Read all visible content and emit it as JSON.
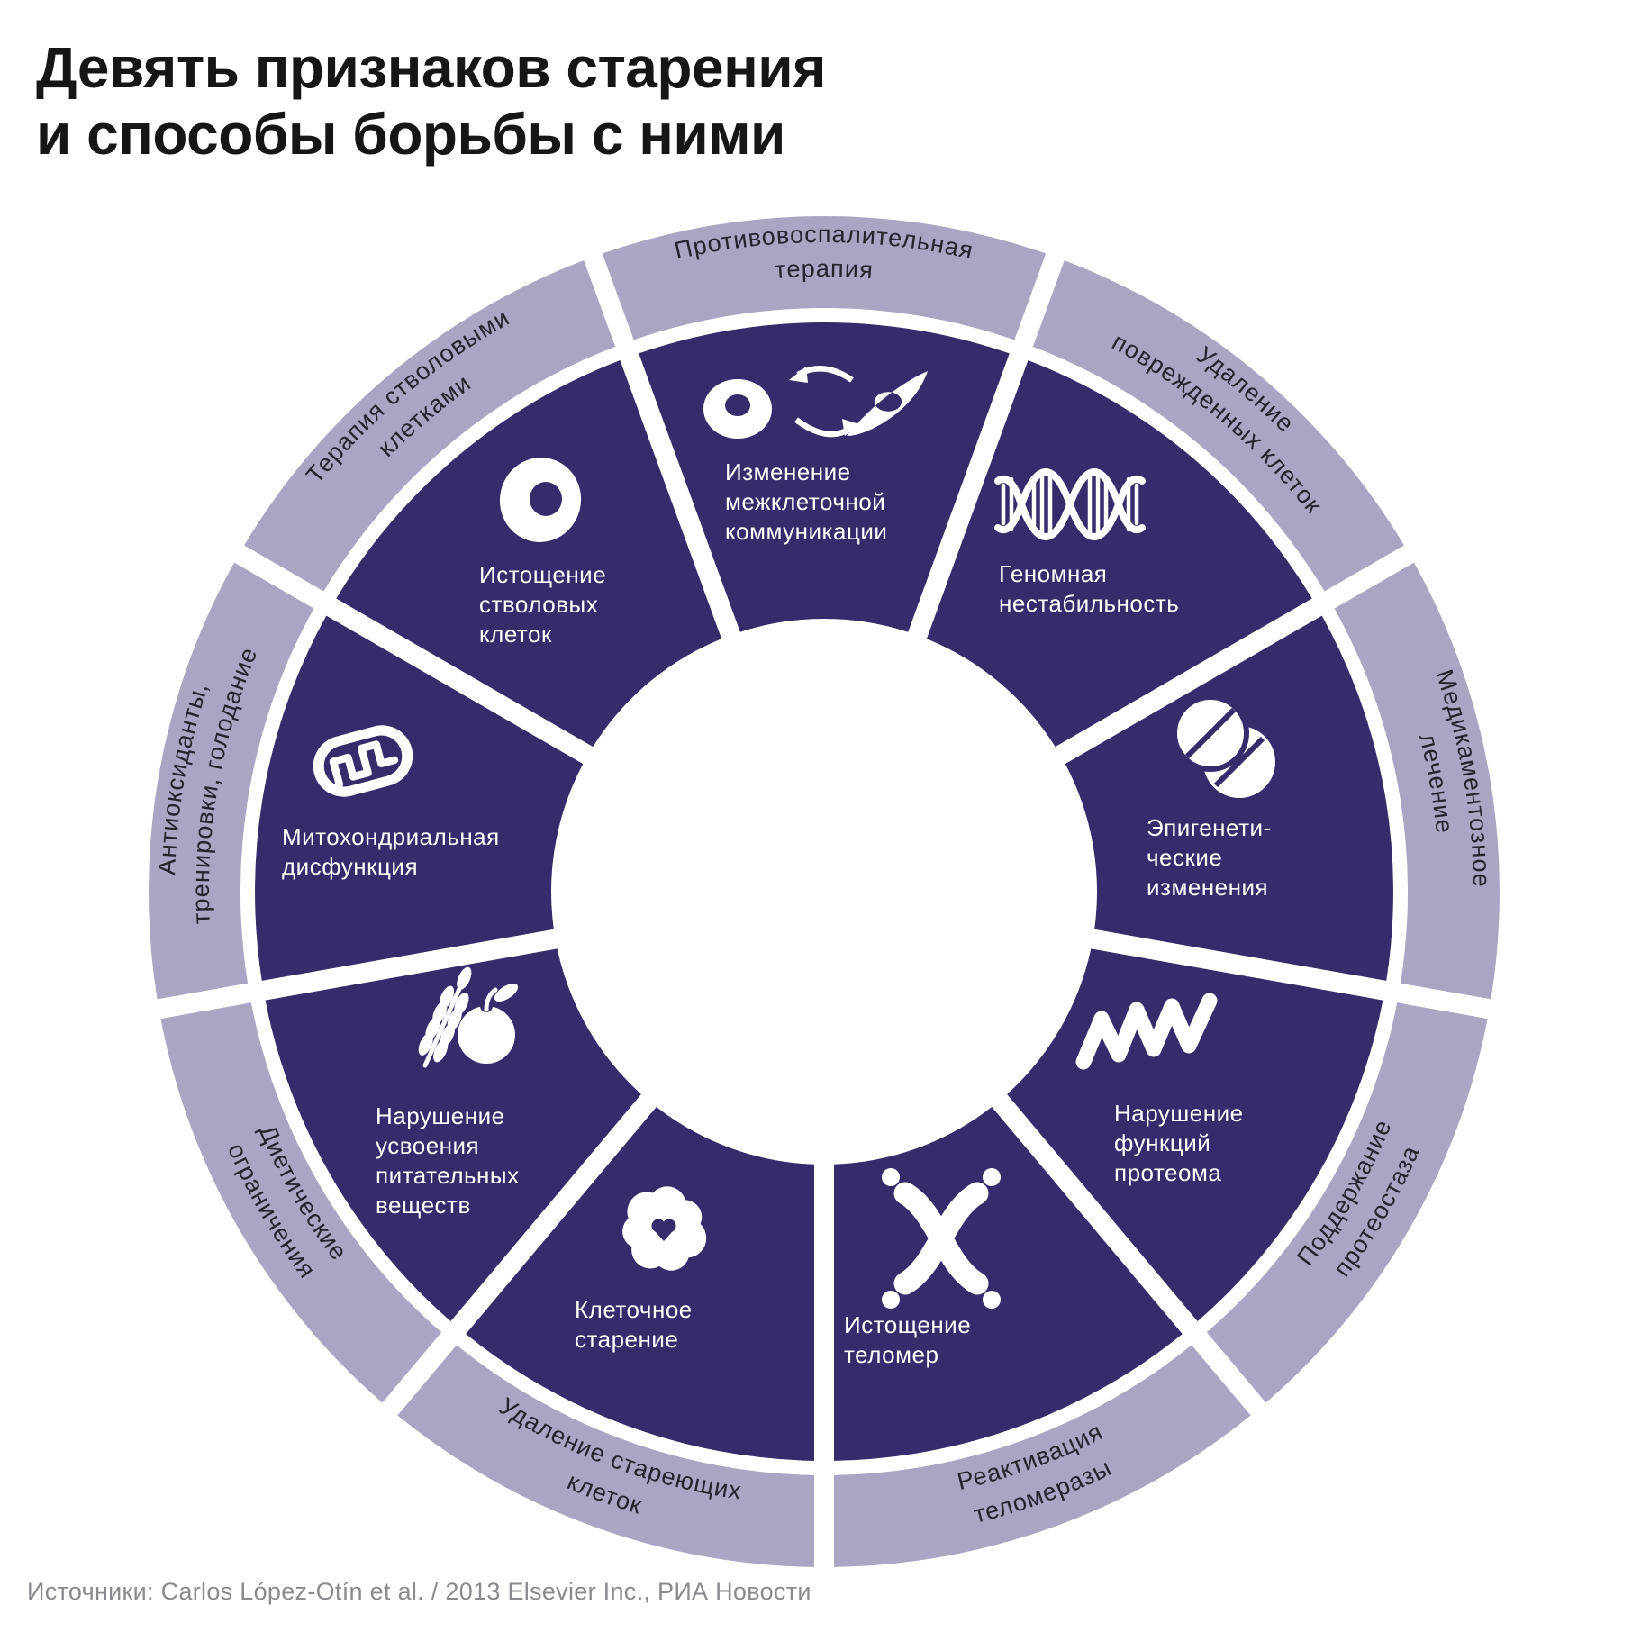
{
  "title": {
    "lines": [
      "Девять признаков старения",
      "и способы борьбы с ними"
    ]
  },
  "source": "Источники: Carlos López-Otín et al. / 2013 Elsevier Inc., РИА Новости",
  "colors": {
    "background": "#ffffff",
    "hallmark_fill": "#342c6b",
    "therapy_fill": "#a9a5c3",
    "hallmark_text": "#ffffff",
    "therapy_text": "#24232f",
    "title_text": "#161616",
    "source_text": "#8a8a8e"
  },
  "wheel": {
    "segments": [
      {
        "angle": 0,
        "hallmark": {
          "icon": "cells-communication-icon",
          "lines": [
            "Изменение",
            "межклеточной",
            "коммуникации"
          ]
        },
        "therapy": {
          "lines": [
            "Противовоспалительная",
            "терапия"
          ]
        }
      },
      {
        "angle": 40,
        "hallmark": {
          "icon": "dna-icon",
          "lines": [
            "Геномная",
            "нестабильность"
          ]
        },
        "therapy": {
          "lines": [
            "Удаление",
            "поврежденных клеток"
          ]
        }
      },
      {
        "angle": 80,
        "hallmark": {
          "icon": "pills-icon",
          "lines": [
            "Эпигенети-",
            "ческие",
            "изменения"
          ]
        },
        "therapy": {
          "lines": [
            "Медикаментозное",
            "лечение"
          ]
        }
      },
      {
        "angle": 120,
        "hallmark": {
          "icon": "protein-icon",
          "lines": [
            "Нарушение",
            "функций",
            "протеома"
          ]
        },
        "therapy": {
          "lines": [
            "Поддержание",
            "протеостаза"
          ]
        }
      },
      {
        "angle": 160,
        "hallmark": {
          "icon": "chromosome-icon",
          "lines": [
            "Истощение",
            "теломер"
          ]
        },
        "therapy": {
          "lines": [
            "Реактивация",
            "теломеразы"
          ]
        }
      },
      {
        "angle": 200,
        "hallmark": {
          "icon": "senescent-cell-icon",
          "lines": [
            "Клеточное",
            "старение"
          ]
        },
        "therapy": {
          "lines": [
            "Удаление стареющих",
            "клеток"
          ]
        }
      },
      {
        "angle": 240,
        "hallmark": {
          "icon": "nutrients-icon",
          "lines": [
            "Нарушение",
            "усвоения",
            "питательных",
            "веществ"
          ]
        },
        "therapy": {
          "lines": [
            "Диетические",
            "ограничения"
          ]
        }
      },
      {
        "angle": 280,
        "hallmark": {
          "icon": "mitochondria-icon",
          "lines": [
            "Митохондриальная",
            "дисфункция"
          ]
        },
        "therapy": {
          "lines": [
            "Антиоксиданты,",
            "тренировки, голодание"
          ]
        }
      },
      {
        "angle": 320,
        "hallmark": {
          "icon": "stem-cell-icon",
          "lines": [
            "Истощение",
            "стволовых",
            "клеток"
          ]
        },
        "therapy": {
          "lines": [
            "Терапия стволовыми",
            "клетками"
          ]
        }
      }
    ]
  }
}
